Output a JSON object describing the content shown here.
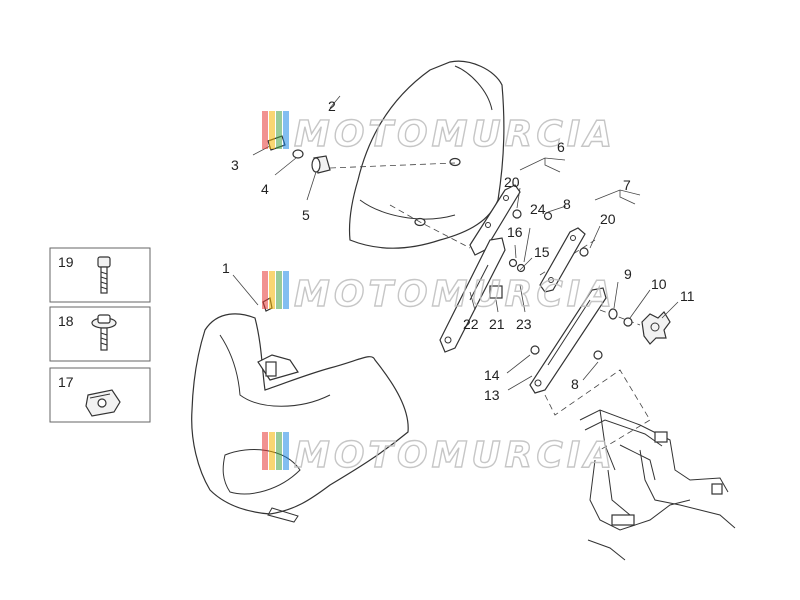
{
  "watermark": {
    "text": "MOTOMURCIA",
    "colors": [
      "#e53935",
      "#f4b400",
      "#43a047",
      "#1e88e5"
    ]
  },
  "callouts": {
    "c1": "1",
    "c2": "2",
    "c3": "3",
    "c4": "4",
    "c5": "5",
    "c6": "6",
    "c7": "7",
    "c8a": "8",
    "c8b": "8",
    "c9": "9",
    "c10": "10",
    "c11": "11",
    "c13": "13",
    "c14": "14",
    "c15": "15",
    "c16": "16",
    "c20a": "20",
    "c20b": "20",
    "c21": "21",
    "c22": "22",
    "c23": "23",
    "c24": "24"
  },
  "legend_boxes": [
    {
      "label": "19",
      "icon": "screw-icon"
    },
    {
      "label": "18",
      "icon": "flanged-screw-icon"
    },
    {
      "label": "17",
      "icon": "spring-clip-icon"
    }
  ]
}
